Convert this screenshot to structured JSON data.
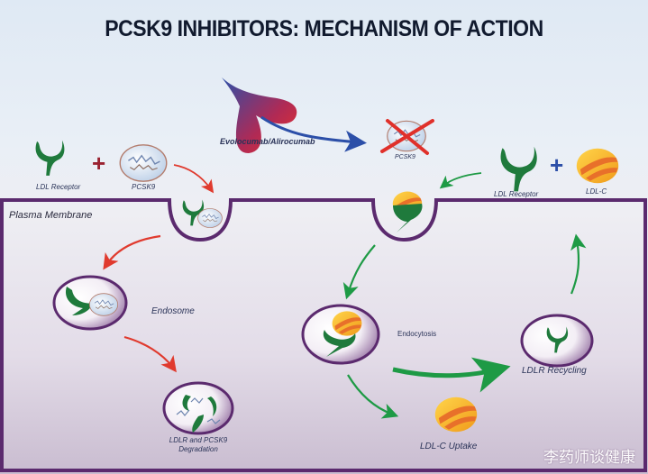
{
  "title": "PCSK9 INHIBITORS: MECHANISM OF ACTION",
  "labels": {
    "ldl_receptor_left": "LDL Receptor",
    "pcsk9_left": "PCSK9",
    "drug": "Evolocumab/Alirocumab",
    "pcsk9_blocked": "PCSK9",
    "ldl_receptor_right": "LDL Receptor",
    "ldl_c": "LDL-C",
    "plasma_membrane": "Plasma Membrane",
    "endosome": "Endosome",
    "degradation_line1": "LDLR and PCSK9",
    "degradation_line2": "Degradation",
    "endocytosis": "Endocytosis",
    "ldlr_recycling": "LDLR Recycling",
    "ldl_c_uptake": "LDL-C Uptake"
  },
  "symbols": {
    "plus_left": "+",
    "plus_right": "+"
  },
  "colors": {
    "membrane": "#5b2a6e",
    "receptor_green": "#1f7a3c",
    "arrow_red": "#e03a2e",
    "arrow_green": "#1e9a45",
    "arrow_blue": "#2c4fa8",
    "ldl_yellow": "#f5b82a",
    "ldl_orange": "#e8702a",
    "cross_red": "#e0302a"
  },
  "watermark": "李药师谈健康"
}
